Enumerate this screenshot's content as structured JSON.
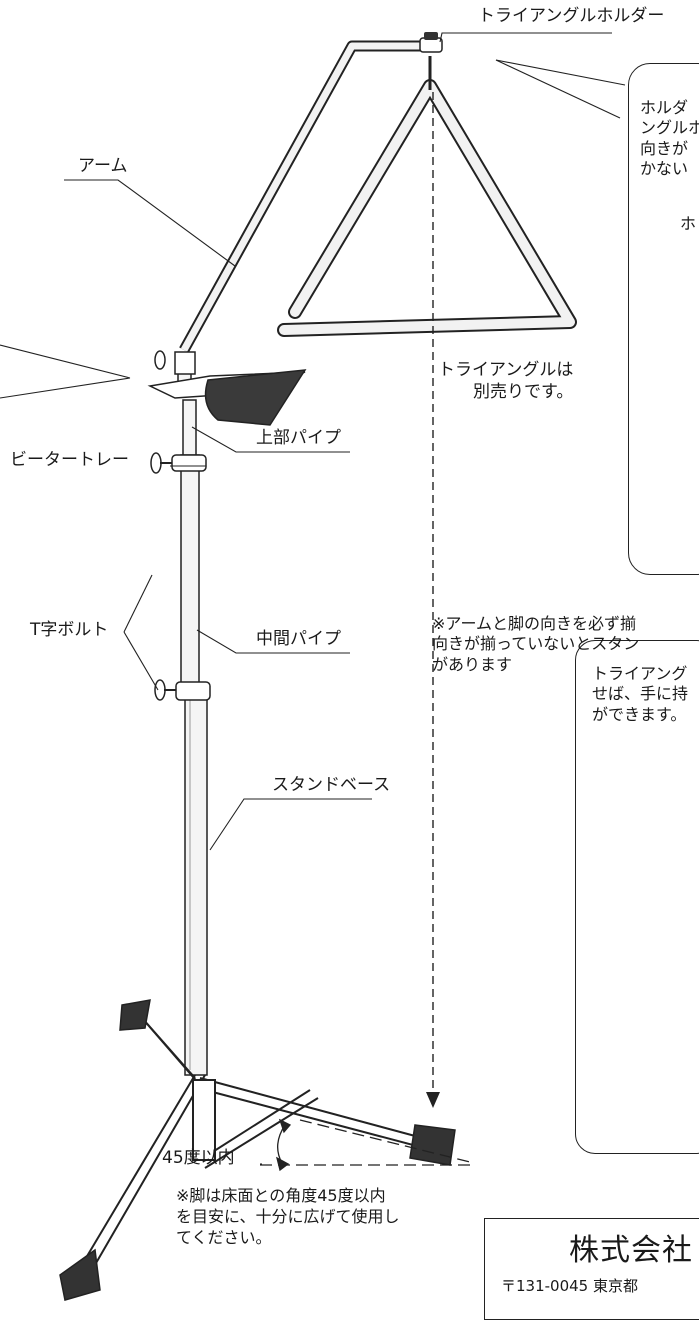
{
  "labels": {
    "triangle_holder": "トライアングルホルダー",
    "arm": "アーム",
    "beater_tray": "ビータートレー",
    "upper_pipe": "上部パイプ",
    "t_bolt": "T字ボルト",
    "middle_pipe": "中間パイプ",
    "stand_base": "スタンドベース",
    "angle": "45度以内",
    "triangle_sold_separately": "トライアングルは\n別売りです。"
  },
  "notes": {
    "holder_box": "ホルダ\nングルホ\n向きが\nかない",
    "holder_box_caption": "ホ",
    "alignment": "※アームと脚の向きを必ず揃\n向きが揃っていないとスタン\nがあります",
    "handheld_box": "トライアング\nせば、手に持\nができます。",
    "legs": "※脚は床面との角度45度以内\nを目安に、十分に広げて使用し\nてください。"
  },
  "company": {
    "name": "株式会社",
    "address": "〒131-0045 東京都"
  },
  "colors": {
    "line": "#222222",
    "chrome_fill": "#f2f2f2",
    "rubber": "#3a3a3a"
  }
}
